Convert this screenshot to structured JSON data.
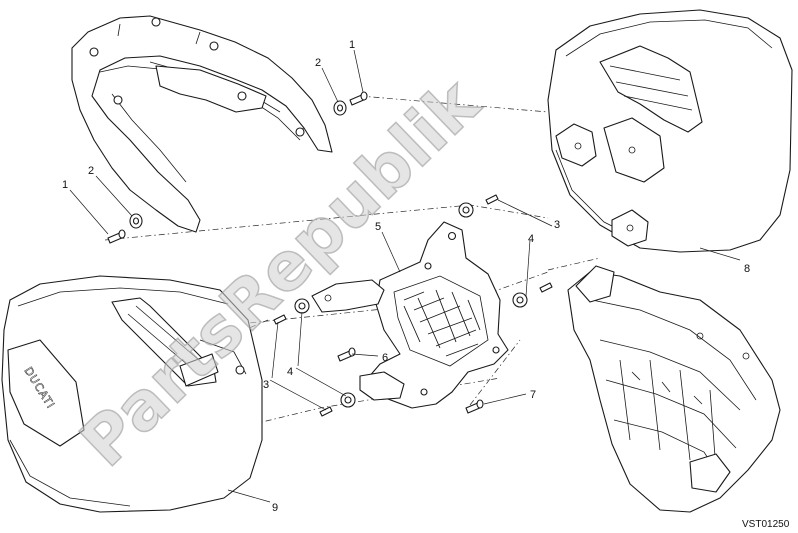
{
  "drawing_code": "VST01250",
  "watermark": "PartsRepublik",
  "case_brand": "DUCATI",
  "callouts": [
    {
      "id": "c1a",
      "label": "1"
    },
    {
      "id": "c2a",
      "label": "2"
    },
    {
      "id": "c1b",
      "label": "1"
    },
    {
      "id": "c2b",
      "label": "2"
    },
    {
      "id": "c5",
      "label": "5"
    },
    {
      "id": "c3a",
      "label": "3"
    },
    {
      "id": "c4a",
      "label": "4"
    },
    {
      "id": "c8",
      "label": "8"
    },
    {
      "id": "c6",
      "label": "6"
    },
    {
      "id": "c3b",
      "label": "3"
    },
    {
      "id": "c4b",
      "label": "4"
    },
    {
      "id": "c7",
      "label": "7"
    },
    {
      "id": "c9",
      "label": "9"
    }
  ]
}
